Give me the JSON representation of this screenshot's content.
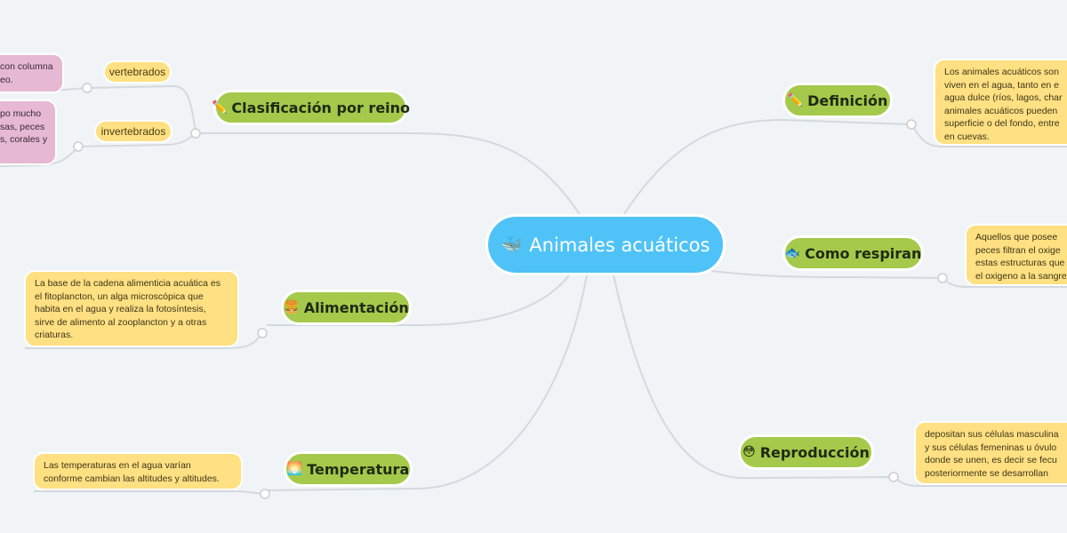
{
  "central": {
    "emoji": "🐳",
    "label": "Animales acuáticos"
  },
  "topics": {
    "clasificacion": {
      "emoji": "✏️",
      "label": "Clasificación por reino"
    },
    "alimentacion": {
      "emoji": "🍔",
      "label": "Alimentación"
    },
    "temperatura": {
      "emoji": "🌅",
      "label": "Temperatura"
    },
    "definicion": {
      "emoji": "✏️",
      "label": "Definición"
    },
    "respiran": {
      "emoji": "🐟",
      "label": "Como respiran"
    },
    "reproduccion": {
      "emoji": "😳",
      "label": "Reproducción"
    }
  },
  "tags": {
    "vertebrados": "vertebrados",
    "invertebrados": "invertebrados"
  },
  "notes": {
    "vertebrados_note": [
      "con columna",
      "eo."
    ],
    "invertebrados_note": [
      "po mucho",
      "sas, peces",
      "s, corales y"
    ],
    "alimentacion_note": [
      "La base de la cadena alimenticia acuática es",
      "el fitoplancton,  un alga microscópica que",
      "habita en el agua y realiza la fotosíntesis,",
      "sirve de alimento al zooplancton y a otras",
      "criaturas."
    ],
    "temperatura_note": [
      "Las temperaturas en el agua varían",
      "conforme cambian las altitudes y altitudes."
    ],
    "definicion_note": [
      "Los animales acuáticos son",
      "viven en el agua, tanto en e",
      "agua dulce (ríos, lagos, char",
      "animales acuáticos pueden",
      "superficie o del fondo, entre",
      "en cuevas."
    ],
    "respiran_note": [
      "Aquellos que posee",
      "peces filtran el oxige",
      "estas estructuras que",
      "el oxigeno a la sangre"
    ],
    "reproduccion_note": [
      "depositan sus células masculina",
      "y sus células femeninas u óvulo",
      "donde se unen, es decir se fecu",
      "posteriormente se desarrollan"
    ]
  },
  "colors": {
    "background": "#f1f4f6",
    "central": "#4fc3f7",
    "topic": "#a5c94b",
    "note_yellow": "#ffe082",
    "note_pink": "#e6b8d4",
    "connector": "#d3d9de"
  }
}
